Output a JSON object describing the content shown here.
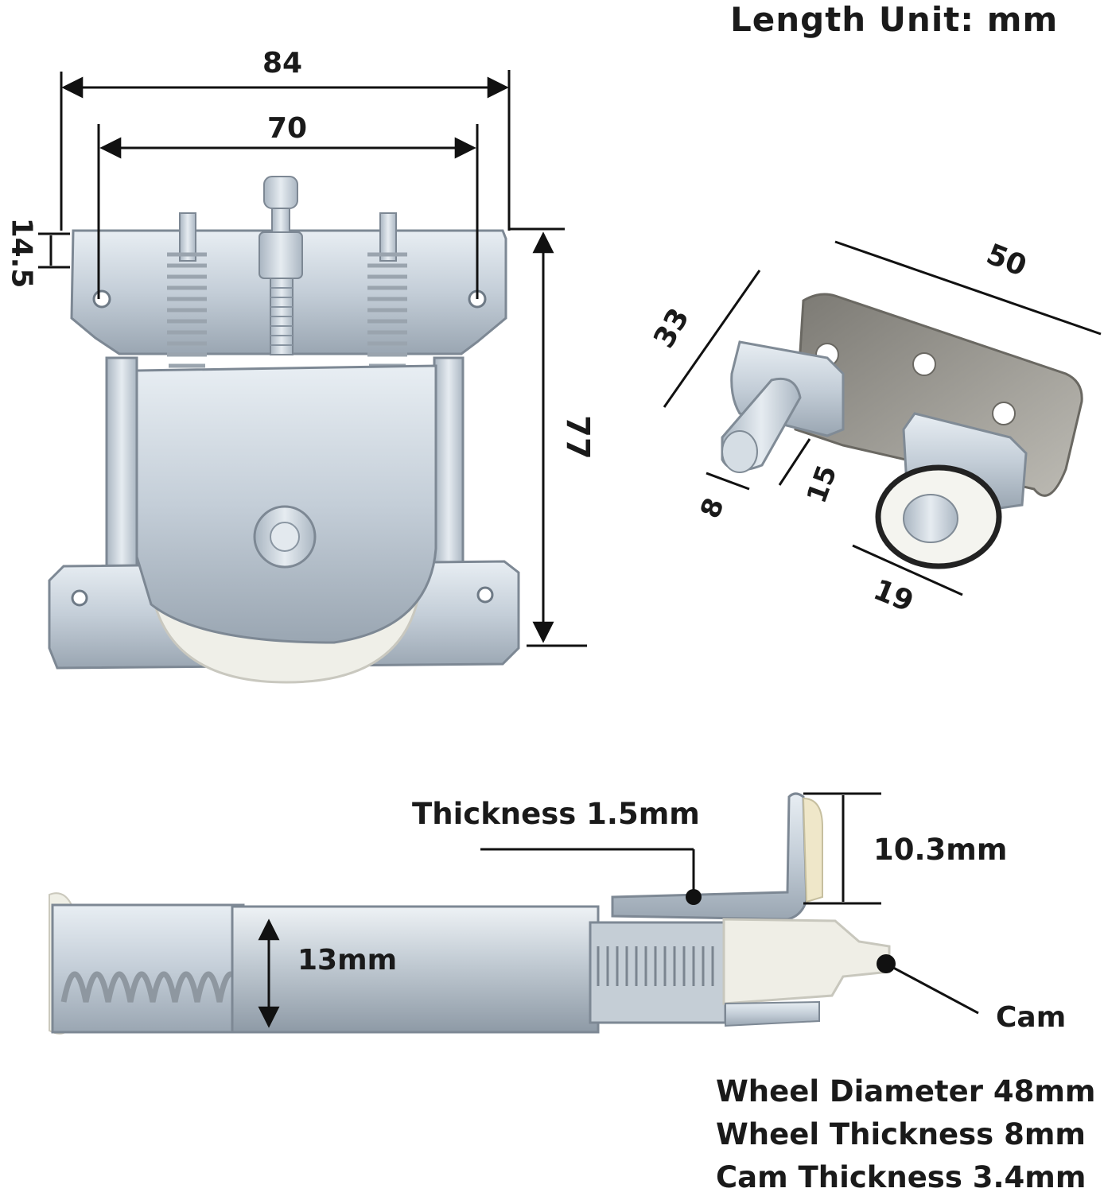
{
  "title": "Length Unit: mm",
  "dimensions": {
    "top_outer_width": "84",
    "top_hole_spacing": "70",
    "top_margin": "14.5",
    "total_height": "77",
    "bracket_length": "50",
    "bracket_height": "33",
    "pin_diameter": "8",
    "pin_length": "15",
    "wheel_width": "19"
  },
  "side_view": {
    "thickness_label": "Thickness 1.5mm",
    "flange_height": "10.3mm",
    "body_height": "13mm",
    "cam_label": "Cam"
  },
  "specs": [
    "Wheel Diameter 48mm",
    "Wheel Thickness 8mm",
    "Cam Thickness 3.4mm"
  ],
  "colors": {
    "metal_light": "#d9e2ea",
    "metal_dark": "#8d99a5",
    "nylon": "#eeeee6",
    "dimension_line": "#111111"
  }
}
